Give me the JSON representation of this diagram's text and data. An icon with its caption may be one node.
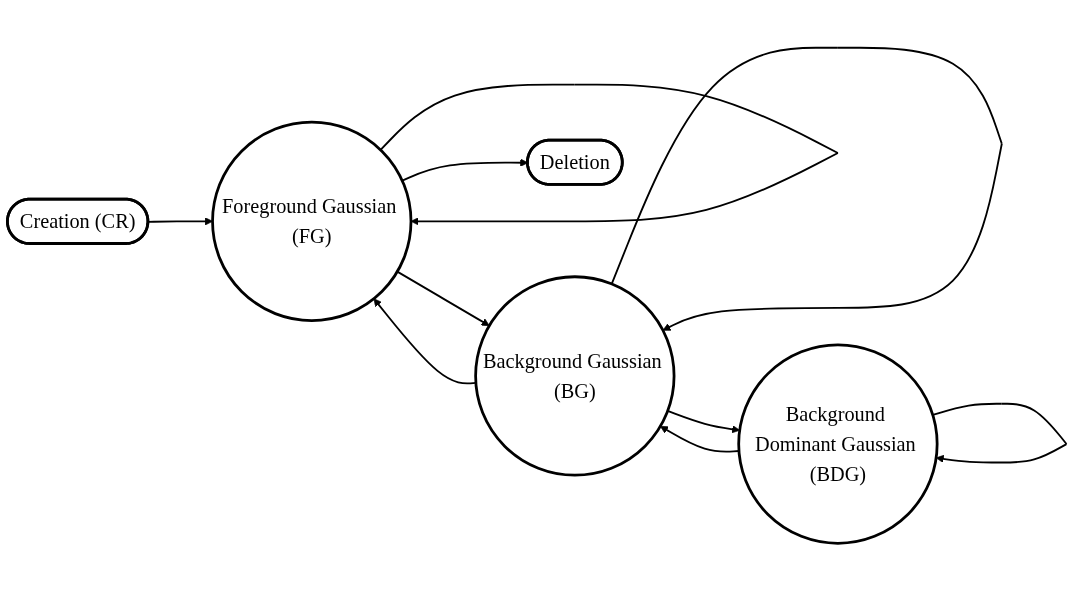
{
  "diagram": {
    "nodes": [
      {
        "text": [
          "Creation (CR)"
        ]
      },
      {
        "text": [
          "Foreground Gaussian (FG)"
        ]
      },
      {
        "text": [
          "Background Gaussian (BG)"
        ]
      },
      {
        "text": [
          "Background Dominant Gaussian (BDG)"
        ]
      },
      {
        "text": [
          "Deletion"
        ]
      }
    ],
    "edges": [
      {
        "from": 0,
        "to": 1,
        "arrow": "to"
      },
      {
        "from": 1,
        "to": 1,
        "arrow": "to"
      },
      {
        "from": 1,
        "to": 2,
        "arrow": "to"
      },
      {
        "from": 2,
        "to": 2,
        "arrow": "to"
      },
      {
        "from": 2,
        "to": 1,
        "arrow": "to"
      },
      {
        "from": 2,
        "to": 3,
        "arrow": "to"
      },
      {
        "from": 3,
        "to": 2,
        "arrow": "to"
      },
      {
        "from": 3,
        "to": 3,
        "arrow": "to"
      },
      {
        "from": 1,
        "to": 4,
        "arrow": "to"
      }
    ]
  }
}
